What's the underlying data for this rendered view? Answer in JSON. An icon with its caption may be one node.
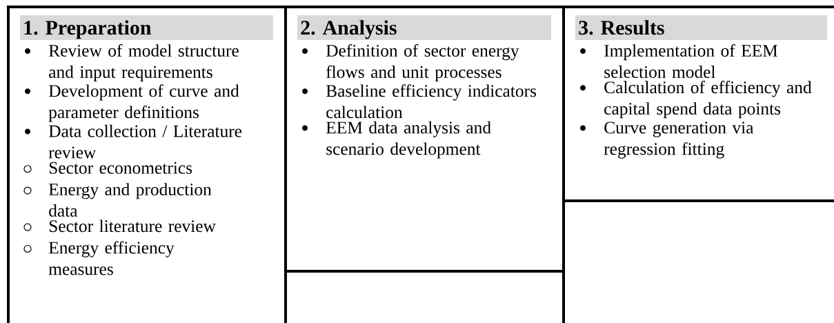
{
  "diagram": {
    "nodes": [
      {
        "text": [
          "1. Preparation",
          "Review of model structure and input requirements",
          "Development of curve and parameter definitions",
          "Data collection / Literature review",
          "Sector econometrics",
          "Energy and production data",
          "Sector literature review",
          "Energy efficiency measures"
        ]
      },
      {
        "text": [
          "2. Analysis",
          "Definition of sector energy flows and unit processes",
          "Baseline efficiency indicators calculation",
          "EEM data analysis and scenario development"
        ]
      },
      {
        "text": [
          "3. Results",
          "Implementation of EEM selection model",
          "Calculation of efficiency and capital spend data points",
          "Curve generation via regression fitting"
        ]
      },
      {
        "text": [],
        "shape": "box"
      }
    ]
  }
}
